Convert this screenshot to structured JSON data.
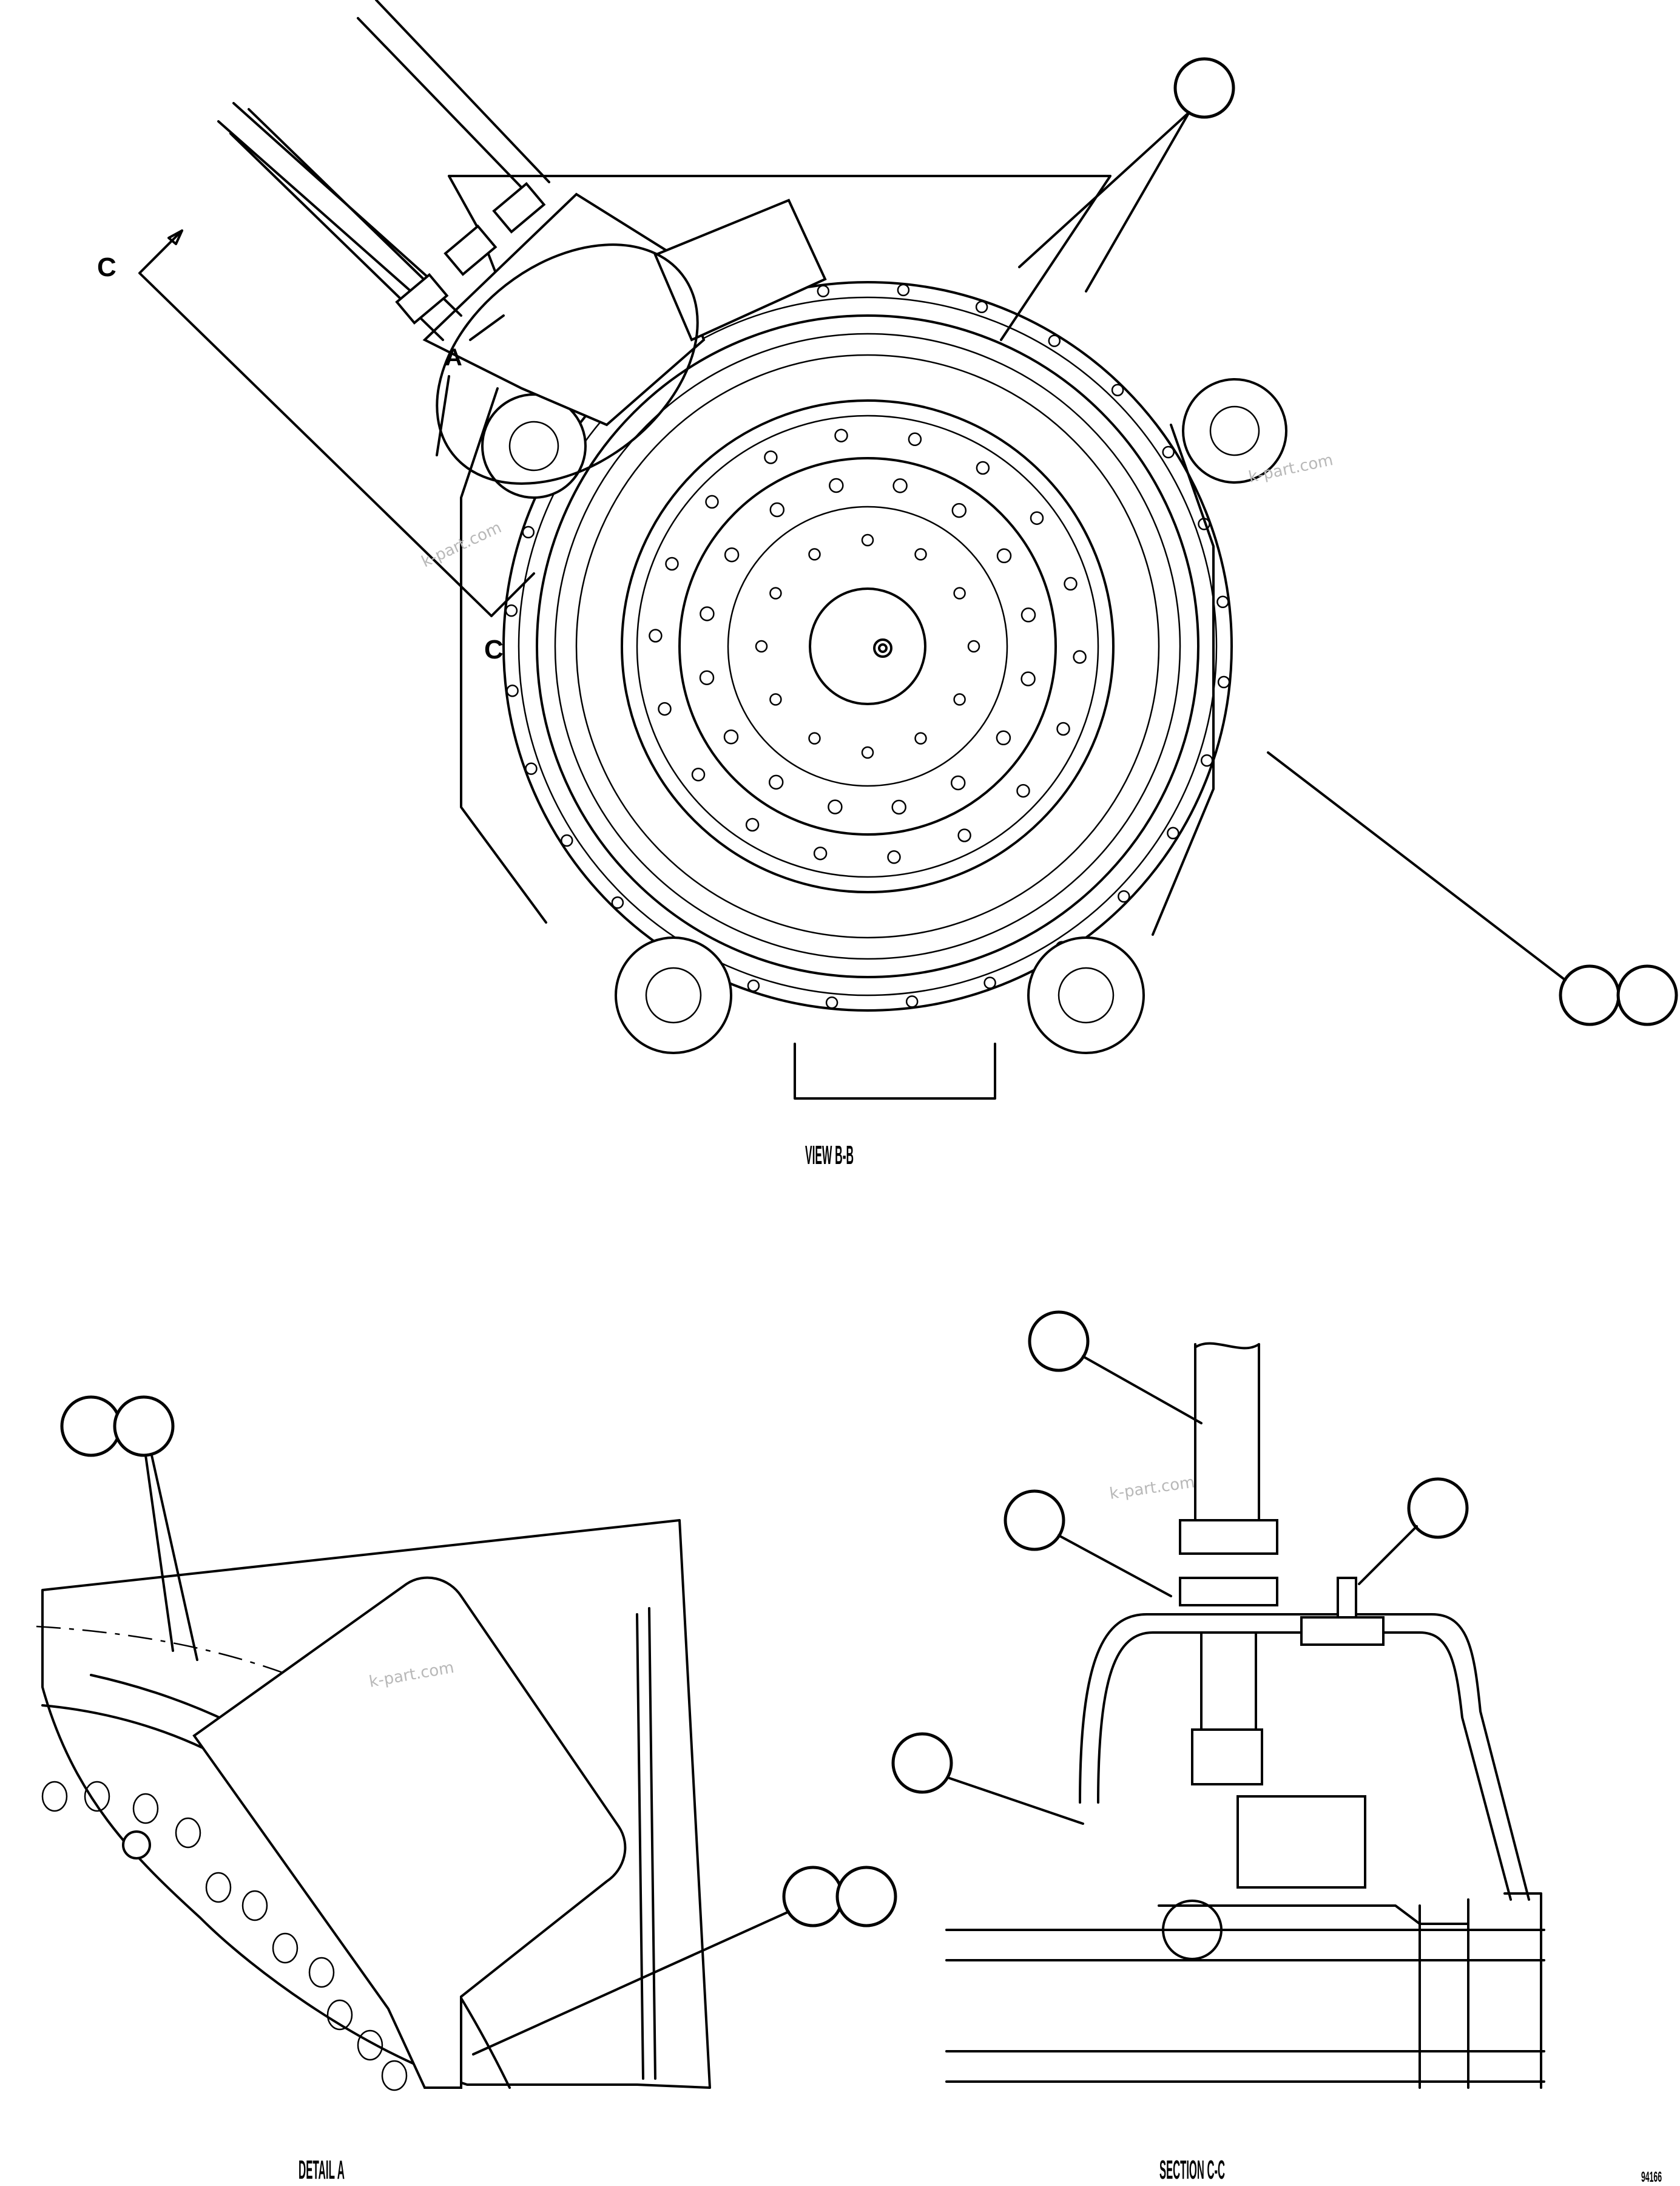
{
  "view_bb": {
    "title": "VIEW B-B",
    "section_marker": "C",
    "detail_marker": "A"
  },
  "detail_a": {
    "title": "DETAIL A"
  },
  "section_cc": {
    "title": "SECTION C-C"
  },
  "drawing_number": "94166",
  "watermark": "k-part.com",
  "colors": {
    "line": "#000000",
    "background": "#ffffff",
    "watermark": "#b8b8b8"
  }
}
